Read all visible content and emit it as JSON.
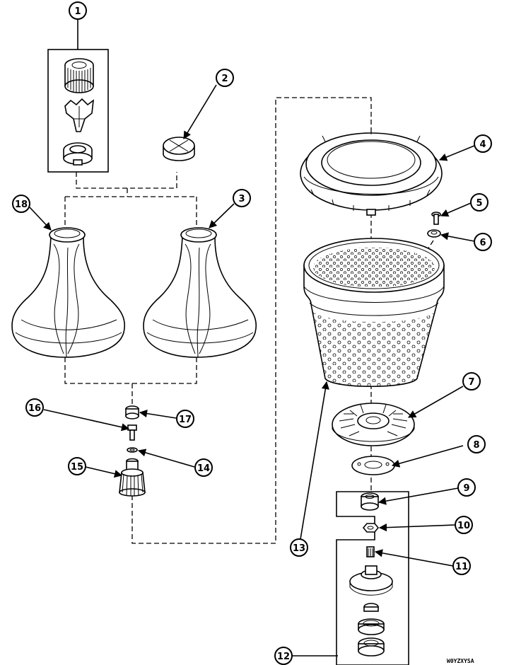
{
  "callouts": {
    "c1": "1",
    "c2": "2",
    "c3": "3",
    "c4": "4",
    "c5": "5",
    "c6": "6",
    "c7": "7",
    "c8": "8",
    "c9": "9",
    "c10": "10",
    "c11": "11",
    "c12": "12",
    "c13": "13",
    "c14": "14",
    "c15": "15",
    "c16": "16",
    "c17": "17",
    "c18": "18"
  },
  "drawing_code": "W0YZXYSA"
}
